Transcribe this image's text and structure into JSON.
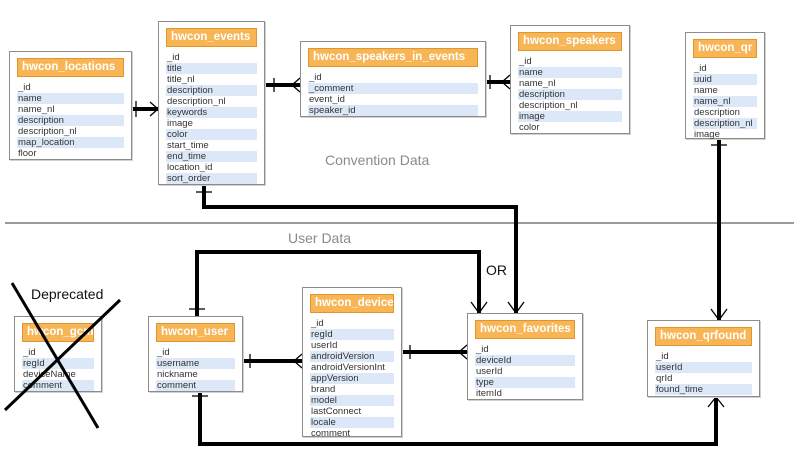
{
  "sections": {
    "convention": "Convention Data",
    "user": "User Data"
  },
  "or_label": "OR",
  "deprecated_label": "Deprecated",
  "colors": {
    "header": "#f7b556",
    "row_alt": "#dce8f7",
    "line": "#000000",
    "divider": "#9a9a9a"
  },
  "tables": {
    "locations": {
      "name": "hwcon_locations",
      "fields": [
        "_id",
        "name",
        "name_nl",
        "description",
        "description_nl",
        "map_location",
        "floor"
      ]
    },
    "events": {
      "name": "hwcon_events",
      "fields": [
        "_id",
        "title",
        "title_nl",
        "description",
        "description_nl",
        "keywords",
        "image",
        "color",
        "start_time",
        "end_time",
        "location_id",
        "sort_order"
      ]
    },
    "speakers_in_events": {
      "name": "hwcon_speakers_in_events",
      "fields": [
        "_id",
        "_comment",
        "event_id",
        "speaker_id"
      ]
    },
    "speakers": {
      "name": "hwcon_speakers",
      "fields": [
        "_id",
        "name",
        "name_nl",
        "description",
        "description_nl",
        "image",
        "color"
      ]
    },
    "qr": {
      "name": "hwcon_qr",
      "fields": [
        "_id",
        "uuid",
        "name",
        "name_nl",
        "description",
        "description_nl",
        "image"
      ]
    },
    "gcm": {
      "name": "hwcon_gcm",
      "fields": [
        "_id",
        "regId",
        "deviceName",
        "comment"
      ]
    },
    "user": {
      "name": "hwcon_user",
      "fields": [
        "_id",
        "username",
        "nickname",
        "comment"
      ]
    },
    "device": {
      "name": "hwcon_device",
      "fields": [
        "_id",
        "regId",
        "userId",
        "androidVersion",
        "androidVersionInt",
        "appVersion",
        "brand",
        "model",
        "lastConnect",
        "locale",
        "comment"
      ]
    },
    "favorites": {
      "name": "hwcon_favorites",
      "fields": [
        "_id",
        "deviceId",
        "userId",
        "type",
        "itemId"
      ]
    },
    "qrfound": {
      "name": "hwcon_qrfound",
      "fields": [
        "_id",
        "userId",
        "qrId",
        "found_time"
      ]
    }
  }
}
